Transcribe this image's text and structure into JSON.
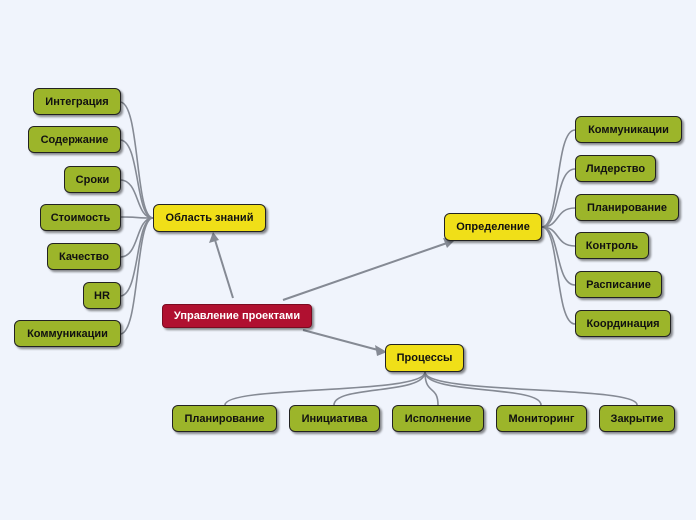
{
  "root": {
    "label": "Управление проектами"
  },
  "main": {
    "knowledge": "Область знаний",
    "definition": "Определение",
    "processes": "Процессы"
  },
  "knowledge_items": [
    "Интеграция",
    "Содержание",
    "Сроки",
    "Стоимость",
    "Качество",
    "HR",
    "Коммуникации"
  ],
  "definition_items": [
    "Коммуникации",
    "Лидерство",
    "Планирование",
    "Контроль",
    "Расписание",
    "Координация"
  ],
  "process_items": [
    "Планирование",
    "Инициатива",
    "Исполнение",
    "Мониторинг",
    "Закрытие"
  ],
  "colors": {
    "background": "#f0f4fc",
    "root": "#b01030",
    "main": "#f0df18",
    "leaf": "#9cb52a",
    "connector": "#858a94"
  }
}
